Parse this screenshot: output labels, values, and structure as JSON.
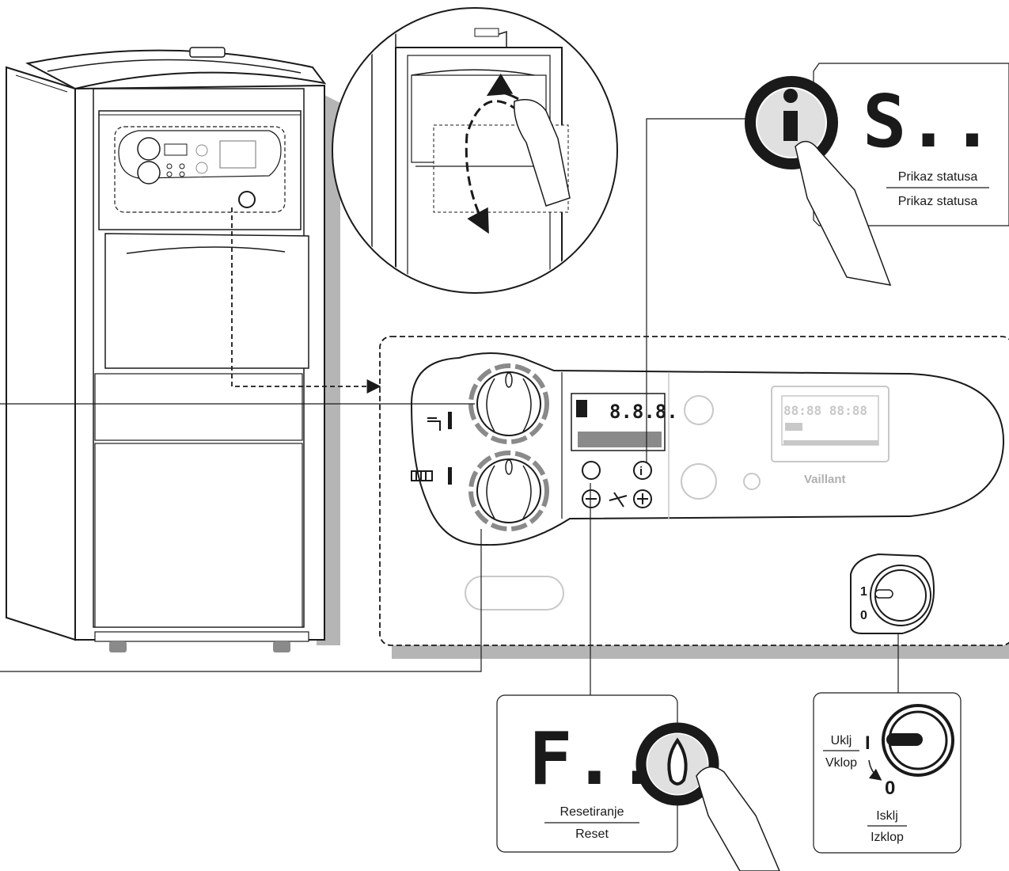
{
  "status_box": {
    "code": "S...",
    "label_top": "Prikaz statusa",
    "label_bottom": "Prikaz statusa"
  },
  "reset_box": {
    "code": "F...",
    "label_top": "Resetiranje",
    "label_bottom": "Reset"
  },
  "switch_box": {
    "on_top": "Uklj",
    "on_bottom": "Vklop",
    "on_symbol": "I",
    "off_symbol": "0",
    "off_top": "Isklj",
    "off_bottom": "Izklop"
  },
  "main_switch": {
    "mark_on": "1",
    "mark_off": "0"
  },
  "display": {
    "digits": "8.8.8.",
    "clock": "88:88 88:88"
  },
  "brand": {
    "name": "Vaillant"
  },
  "colors": {
    "line": "#1a1a1a",
    "panel_grey": "#8a8a8a",
    "shadow": "#b5b5b5",
    "faded": "#c8c8c8"
  }
}
